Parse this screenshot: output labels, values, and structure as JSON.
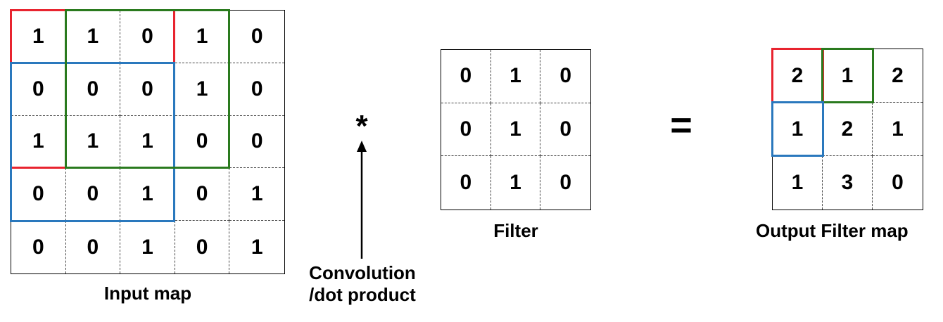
{
  "input_map": {
    "caption": "Input map",
    "rows": [
      [
        "1",
        "1",
        "0",
        "1",
        "0"
      ],
      [
        "0",
        "0",
        "0",
        "1",
        "0"
      ],
      [
        "1",
        "1",
        "1",
        "0",
        "0"
      ],
      [
        "0",
        "0",
        "1",
        "0",
        "1"
      ],
      [
        "0",
        "0",
        "1",
        "0",
        "1"
      ]
    ]
  },
  "filter": {
    "caption": "Filter",
    "rows": [
      [
        "0",
        "1",
        "0"
      ],
      [
        "0",
        "1",
        "0"
      ],
      [
        "0",
        "1",
        "0"
      ]
    ]
  },
  "output_map": {
    "caption": "Output Filter map",
    "rows": [
      [
        "2",
        "1",
        "2"
      ],
      [
        "1",
        "2",
        "1"
      ],
      [
        "1",
        "3",
        "0"
      ]
    ]
  },
  "operators": {
    "convolution_symbol": "*",
    "equals_symbol": "=",
    "convolution_label_line1": "Convolution",
    "convolution_label_line2": "/dot product"
  },
  "highlight_colors": {
    "red": "#e8242f",
    "green": "#2a7a1e",
    "blue": "#2a78bd"
  }
}
